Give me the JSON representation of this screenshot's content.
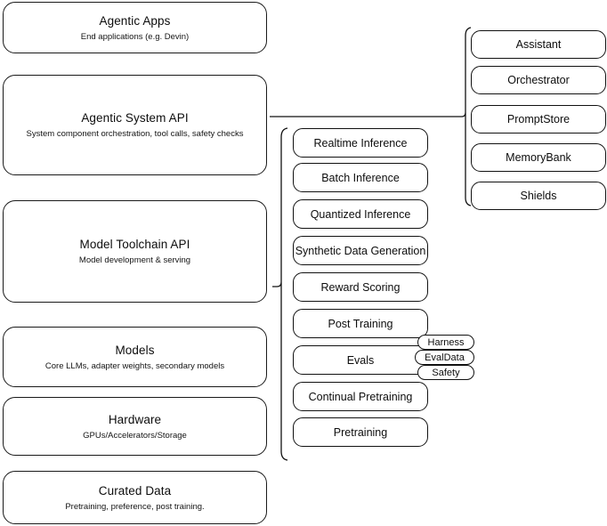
{
  "diagram": {
    "title": "AI stack layers diagram",
    "colors": {
      "stroke": "#111111",
      "background": "#ffffff",
      "text": "#0d0d0d"
    },
    "stack_layers": [
      {
        "id": "agentic-apps",
        "title": "Agentic Apps",
        "subtitle": "End applications (e.g. Devin)"
      },
      {
        "id": "agentic-system-api",
        "title": "Agentic System API",
        "subtitle": "System component orchestration, tool calls, safety checks"
      },
      {
        "id": "model-toolchain-api",
        "title": "Model Toolchain API",
        "subtitle": "Model development & serving"
      },
      {
        "id": "models",
        "title": "Models",
        "subtitle": "Core LLMs, adapter weights, secondary models"
      },
      {
        "id": "hardware",
        "title": "Hardware",
        "subtitle": "GPUs/Accelerators/Storage"
      },
      {
        "id": "curated-data",
        "title": "Curated Data",
        "subtitle": "Pretraining, preference, post training."
      }
    ],
    "toolchain_components": [
      {
        "id": "realtime-inference",
        "label": "Realtime Inference"
      },
      {
        "id": "batch-inference",
        "label": "Batch Inference"
      },
      {
        "id": "quantized-inference",
        "label": "Quantized Inference"
      },
      {
        "id": "synthetic-data-generation",
        "label": "Synthetic Data Generation"
      },
      {
        "id": "reward-scoring",
        "label": "Reward Scoring"
      },
      {
        "id": "post-training",
        "label": "Post Training"
      },
      {
        "id": "evals",
        "label": "Evals"
      },
      {
        "id": "continual-pretraining",
        "label": "Continual Pretraining"
      },
      {
        "id": "pretraining",
        "label": "Pretraining"
      }
    ],
    "evals_subcomponents": [
      {
        "id": "harness",
        "label": "Harness"
      },
      {
        "id": "evaldata",
        "label": "EvalData"
      },
      {
        "id": "safety",
        "label": "Safety"
      }
    ],
    "system_components": [
      {
        "id": "assistant",
        "label": "Assistant"
      },
      {
        "id": "orchestrator",
        "label": "Orchestrator"
      },
      {
        "id": "promptstore",
        "label": "PromptStore"
      },
      {
        "id": "memorybank",
        "label": "MemoryBank"
      },
      {
        "id": "shields",
        "label": "Shields"
      }
    ]
  }
}
